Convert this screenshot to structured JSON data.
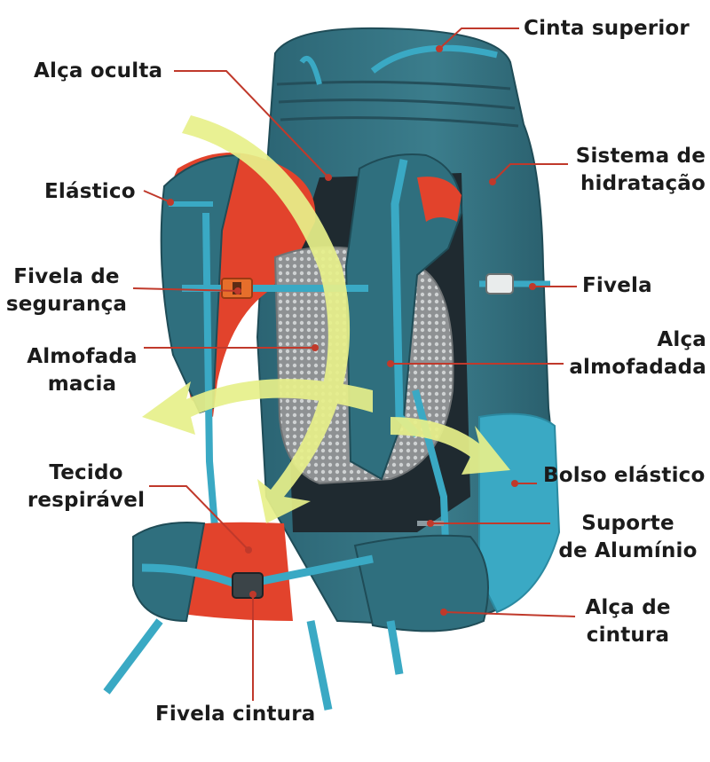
{
  "image": {
    "subject": "backpack",
    "colors": {
      "body_teal": "#2f6f7e",
      "body_teal_dark": "#244f5b",
      "strap_cyan": "#3aa9c4",
      "padding_red": "#e2432c",
      "mesh_gray": "#9a9d9f",
      "arrow_yellow": "#e7f08a",
      "leader_red": "#c0392b",
      "label_text": "#1b1b1b"
    }
  },
  "labels": {
    "top_strap": "Cinta superior",
    "hidden_strap": "Alça oculta",
    "hydration": [
      "Sistema de",
      "hidratação"
    ],
    "elastic": "Elástico",
    "safety_buckle": [
      "Fivela de",
      "segurança"
    ],
    "buckle": "Fivela",
    "padded_strap": [
      "Alça",
      "almofadada"
    ],
    "soft_pad": [
      "Almofada",
      "macia"
    ],
    "elastic_pocket": "Bolso elástico",
    "breathable": [
      "Tecido",
      "respirável"
    ],
    "aluminum": [
      "Suporte",
      "de Alumínio"
    ],
    "waist_strap": [
      "Alça de",
      "cintura"
    ],
    "waist_buckle": "Fivela cintura"
  }
}
